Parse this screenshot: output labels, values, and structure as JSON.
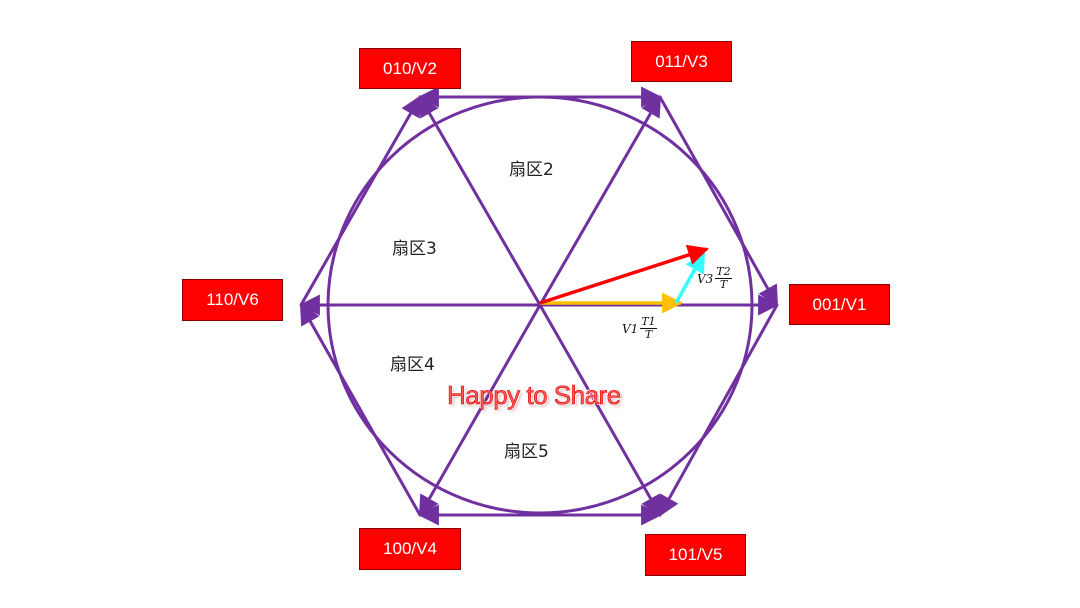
{
  "vectors": {
    "v2": "010/V2",
    "v3": "011/V3",
    "v6": "110/V6",
    "v1": "001/V1",
    "v4": "100/V4",
    "v5": "101/V5"
  },
  "sectors": {
    "s2": "扇区2",
    "s3": "扇区3",
    "s4": "扇区4",
    "s5": "扇区5"
  },
  "formulas": {
    "v1": {
      "vec": "V1",
      "num": "T1",
      "den": "T"
    },
    "v3": {
      "vec": "V3",
      "num": "T2",
      "den": "T"
    }
  },
  "watermark": "Happy to Share",
  "colors": {
    "hexagon": "#7030a0",
    "label_bg": "#ff0000",
    "label_text": "#ffffff",
    "v1_component": "#ffc000",
    "v3_component": "#33ffff",
    "reference_vector": "#ff0000"
  }
}
